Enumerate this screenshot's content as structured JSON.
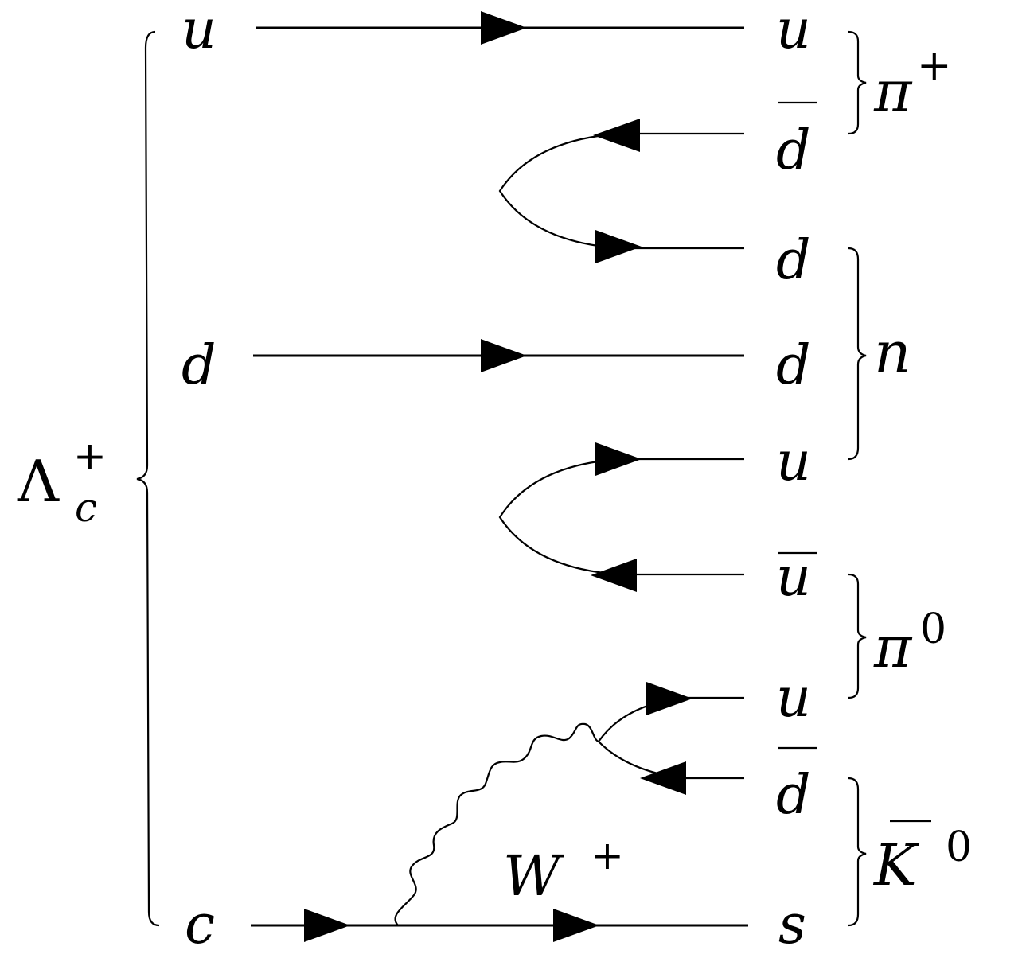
{
  "parent": {
    "symbol": "Λ",
    "subscript": "c",
    "superscript": "+"
  },
  "initial_quarks": [
    "u",
    "d",
    "c"
  ],
  "final_quarks": [
    "u",
    "d",
    "d",
    "d",
    "u",
    "u",
    "u",
    "d",
    "s"
  ],
  "hadrons": [
    {
      "symbol": "π",
      "superscript": "+"
    },
    {
      "symbol": "n",
      "superscript": ""
    },
    {
      "symbol": "π",
      "superscript": "0"
    },
    {
      "symbol": "K",
      "superscript": "0"
    }
  ],
  "boson": {
    "symbol": "W",
    "superscript": "+"
  }
}
